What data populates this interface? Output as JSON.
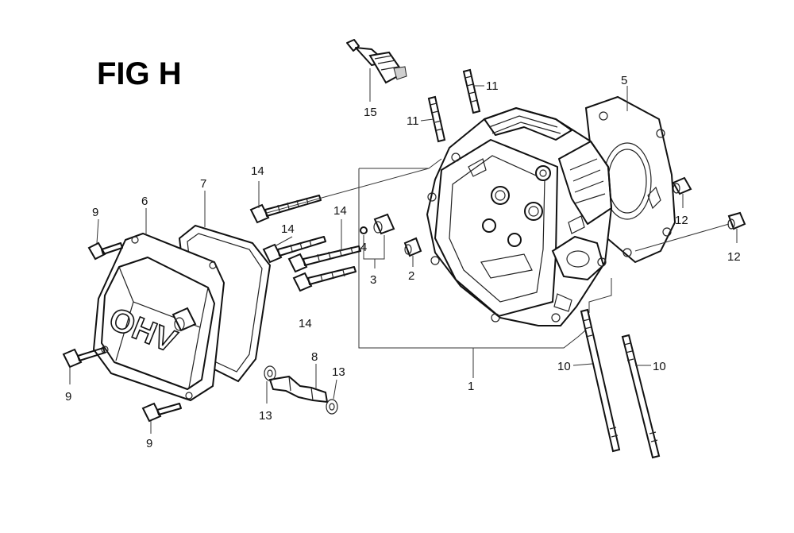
{
  "figure": {
    "title": "FIG H",
    "cover_text": "OHV",
    "callouts": {
      "c1": "1",
      "c2": "2",
      "c3": "3",
      "c4": "4",
      "c5": "5",
      "c6": "6",
      "c7": "7",
      "c8": "8",
      "c9a": "9",
      "c9b": "9",
      "c9c": "9",
      "c10a": "10",
      "c10b": "10",
      "c11a": "11",
      "c11b": "11",
      "c12a": "12",
      "c12b": "12",
      "c13a": "13",
      "c13b": "13",
      "c14a": "14",
      "c14b": "14",
      "c14c": "14",
      "c14d": "14",
      "c15": "15"
    }
  }
}
